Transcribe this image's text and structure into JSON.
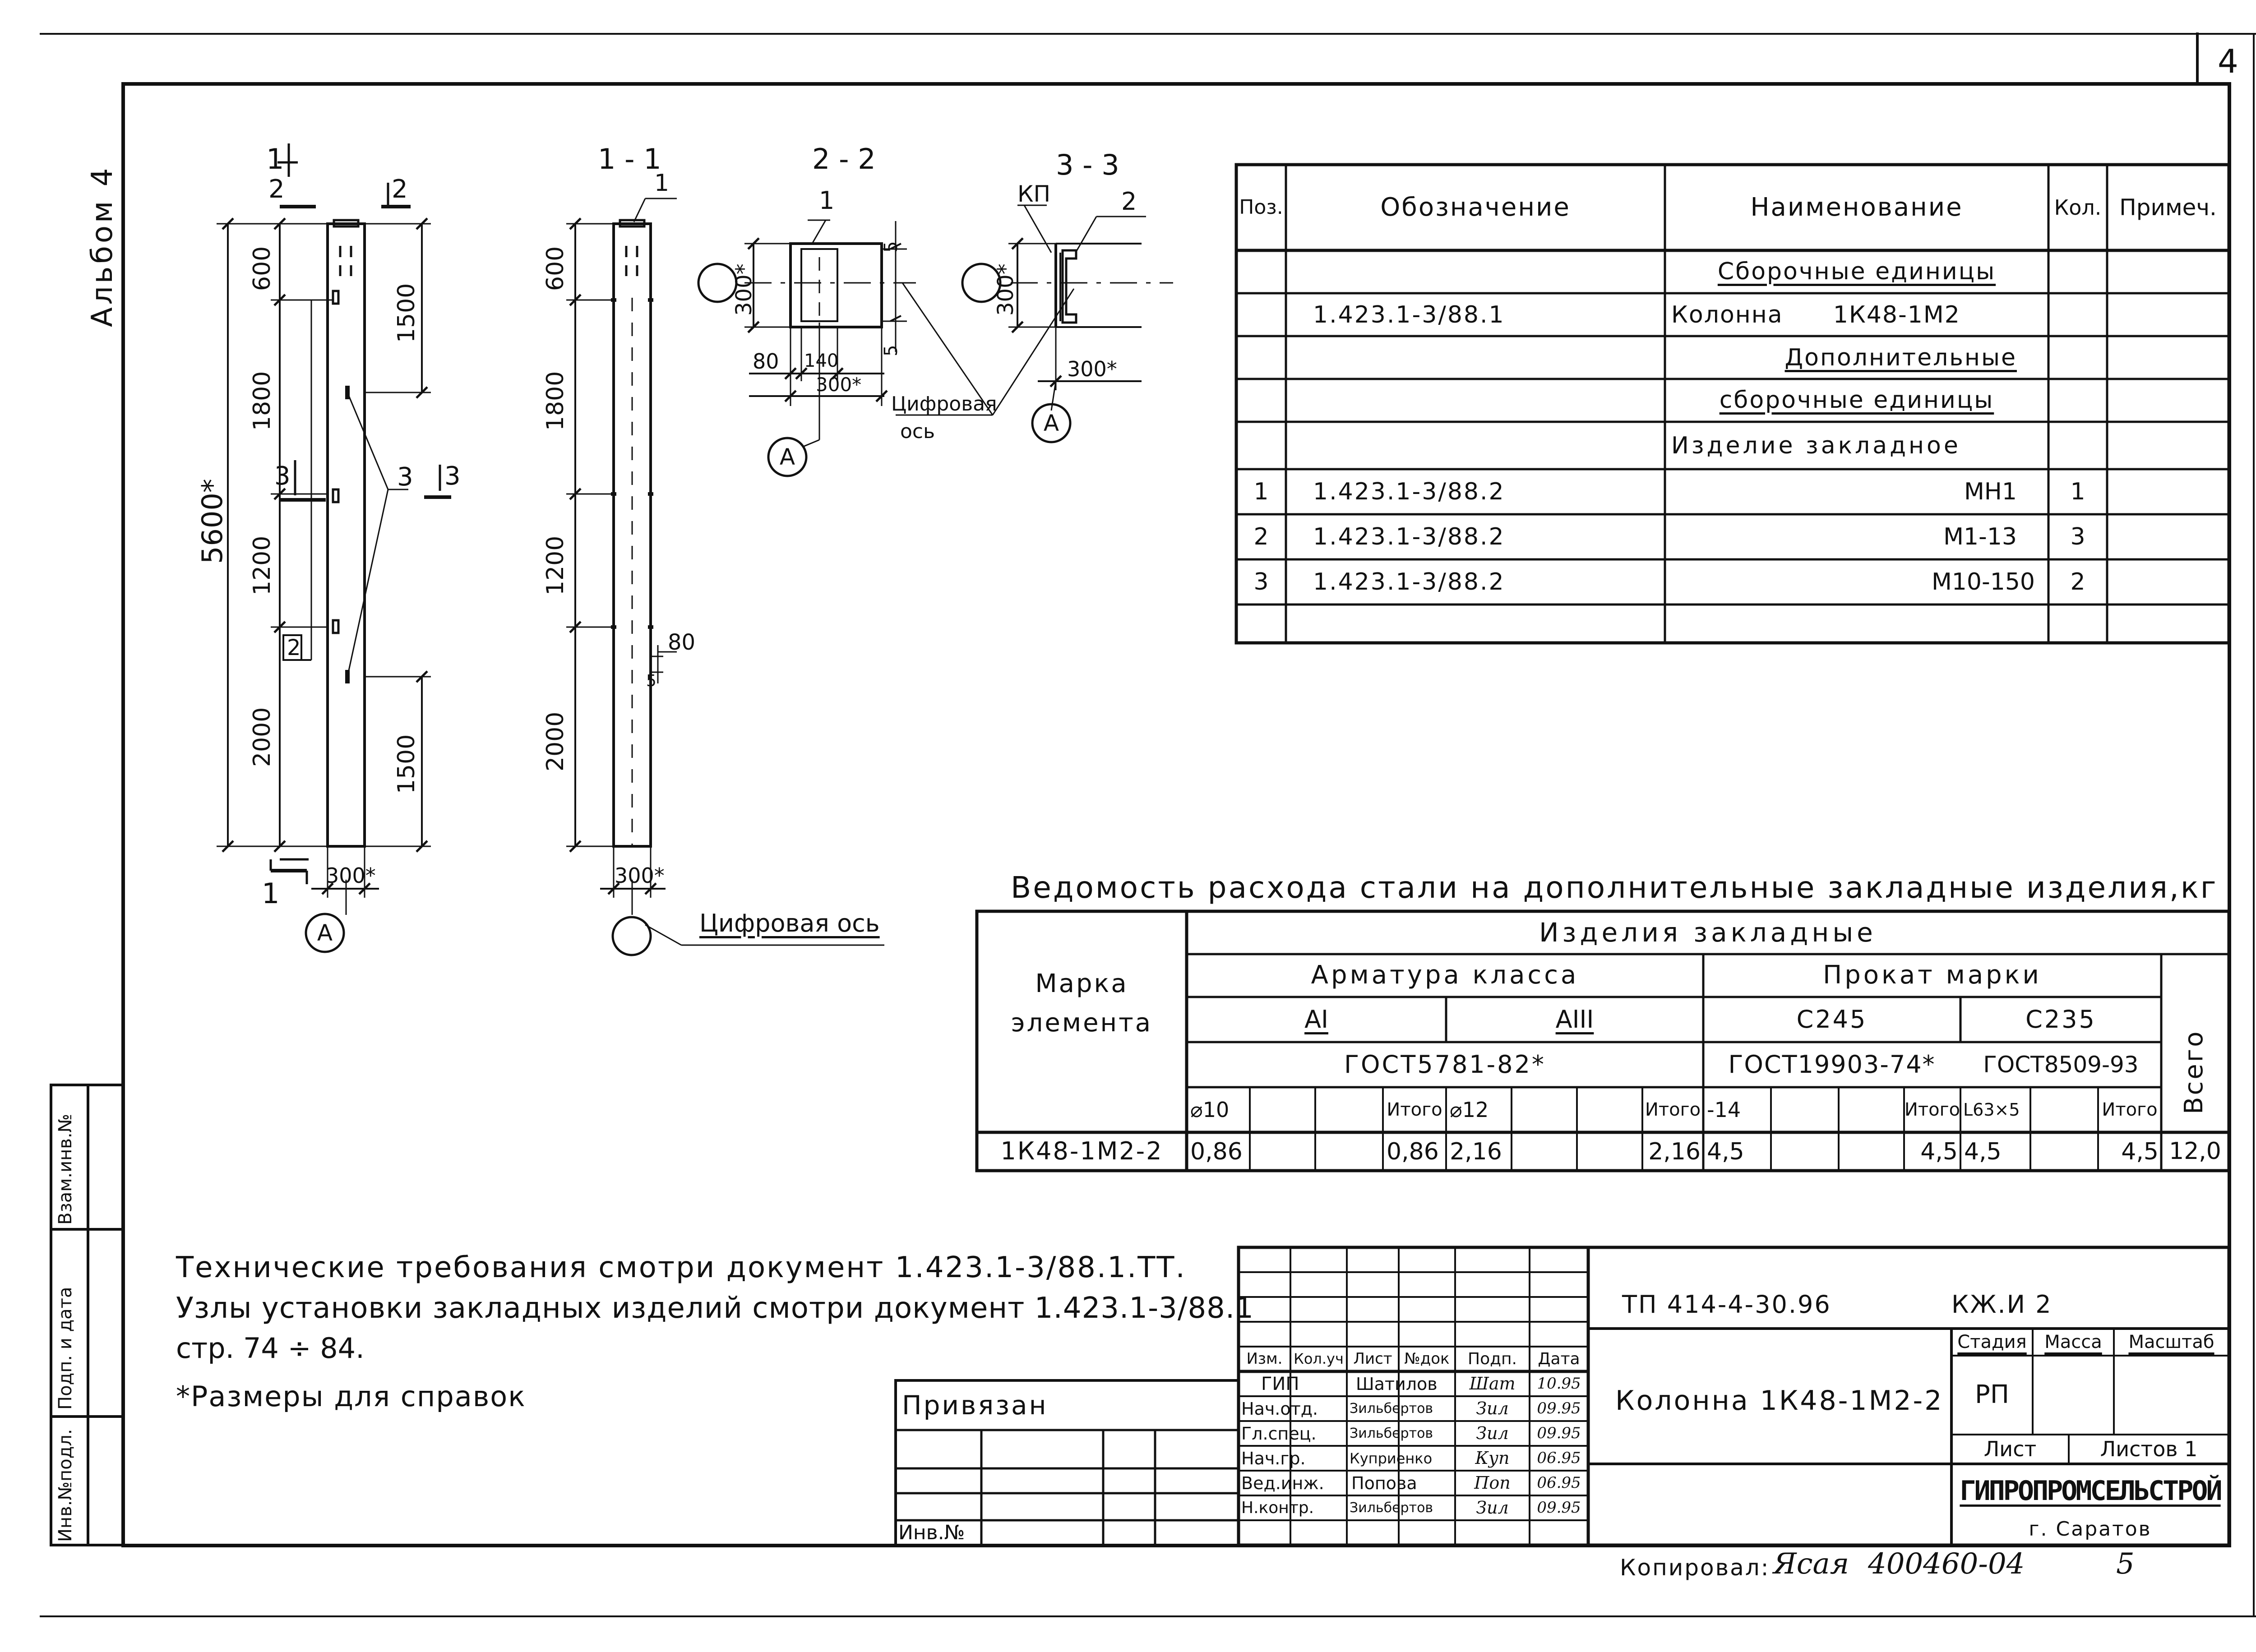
{
  "sheet": {
    "sheet_number": "4",
    "album": "Альбом 4",
    "copied_label": "Копировал:",
    "copied_signature": "Ясая",
    "archive_code": "400460-04",
    "archive_sheet": "5"
  },
  "views": {
    "elevation": {
      "cut_1": "1",
      "cut_2": "2",
      "cut_3": "3",
      "dim_total": "5600*",
      "dim_600": "600",
      "dim_1800": "1800",
      "dim_1200": "1200",
      "dim_2000": "2000",
      "dim_1500_top": "1500",
      "dim_1500_bottom": "1500",
      "dim_width": "300*",
      "callout_2": "2",
      "callout_3": "3",
      "axis": "А"
    },
    "section_1_1": {
      "title": "1 - 1",
      "callout_1": "1",
      "dim_600": "600",
      "dim_1800": "1800",
      "dim_1200": "1200",
      "dim_2000": "2000",
      "dim_80": "80",
      "dim_5": "5",
      "dim_width": "300*",
      "axis_label": "Цифровая ось"
    },
    "section_2_2": {
      "title": "2 - 2",
      "callout_1": "1",
      "dim_300v": "300*",
      "dim_80": "80",
      "dim_140": "140",
      "dim_300h": "300*",
      "dim_5a": "5",
      "dim_5b": "5",
      "axis_label_line1": "Цифровая",
      "axis_label_line2": "ось",
      "axis": "А"
    },
    "section_3_3": {
      "title": "3 - 3",
      "callout_kp": "КП",
      "callout_2": "2",
      "dim_300v": "300*",
      "dim_300h": "300*",
      "axis": "А"
    }
  },
  "spec_table": {
    "headers": [
      "Поз.",
      "Обозначение",
      "Наименование",
      "Кол.",
      "Примеч."
    ],
    "rows": [
      {
        "pos": "",
        "designation": "",
        "name": "Сборочные единицы",
        "qty": "",
        "note": ""
      },
      {
        "pos": "",
        "designation": "1.423.1-3/88.1",
        "name": "Колонна      1К48-1М2",
        "qty": "",
        "note": ""
      },
      {
        "pos": "",
        "designation": "",
        "name": "Дополнительные",
        "qty": "",
        "note": ""
      },
      {
        "pos": "",
        "designation": "",
        "name": "сборочные единицы",
        "qty": "",
        "note": ""
      },
      {
        "pos": "",
        "designation": "",
        "name": "Изделие закладное",
        "qty": "",
        "note": ""
      },
      {
        "pos": "1",
        "designation": "1.423.1-3/88.2",
        "name": "МН1",
        "qty": "1",
        "note": ""
      },
      {
        "pos": "2",
        "designation": "1.423.1-3/88.2",
        "name": "М1-13",
        "qty": "3",
        "note": ""
      },
      {
        "pos": "3",
        "designation": "1.423.1-3/88.2",
        "name": "М10-150",
        "qty": "2",
        "note": ""
      },
      {
        "pos": "",
        "designation": "",
        "name": "",
        "qty": "",
        "note": ""
      }
    ]
  },
  "steel_table": {
    "title": "Ведомость расхода стали на дополнительные закладные изделия,кг",
    "mark_header": "Марка элемента",
    "group_header": "Изделия  закладные",
    "armature_header": "Арматура класса",
    "rolled_header": "Прокат марки",
    "total_header": "Всего",
    "class_a1": "АI",
    "class_a3": "АIII",
    "grade_c245": "С245",
    "grade_c235": "С235",
    "gost_armature": "ГОСТ5781-82*",
    "gost_c245": "ГОСТ19903-74*",
    "gost_c235": "ГОСТ8509-93",
    "sub_headers": [
      "⌀10",
      "",
      "",
      "Итого",
      "⌀12",
      "",
      "",
      "Итого",
      "-14",
      "",
      "",
      "Итого",
      "L63×5",
      "",
      "Итого"
    ],
    "row": {
      "mark": "1К48-1М2-2",
      "values": [
        "0,86",
        "",
        "",
        "0,86",
        "2,16",
        "",
        "",
        "2,16",
        "4,5",
        "",
        "",
        "4,5",
        "4,5",
        "",
        "4,5"
      ],
      "total": "12,0"
    }
  },
  "notes": [
    "Технические требования смотри документ 1.423.1-3/88.1.ТТ.",
    "Узлы установки закладных изделий смотри документ 1.423.1-3/88.1",
    "стр. 74 ÷ 84.",
    "*Размеры для справок"
  ],
  "side_stamp": {
    "inv_original": "Инв.№подл.",
    "sign_date": "Подп. и дата",
    "replaced_inv": "Взам.инв.№"
  },
  "privyazan": {
    "label": "Привязан",
    "inv_label": "Инв.№"
  },
  "title_block": {
    "headers": [
      "Изм.",
      "Кол.уч",
      "Лист",
      "№док",
      "Подп.",
      "Дата"
    ],
    "signatures": [
      {
        "role": "ГИП",
        "name": "Шатилов",
        "sign": "Шат",
        "date": "10.95"
      },
      {
        "role": "Нач.отд.",
        "name": "Зильбертов",
        "sign": "Зил",
        "date": "09.95"
      },
      {
        "role": "Гл.спец.",
        "name": "Зильбертов",
        "sign": "Зил",
        "date": "09.95"
      },
      {
        "role": "Нач.гр.",
        "name": "Куприенко",
        "sign": "Куп",
        "date": "06.95"
      },
      {
        "role": "Вед.инж.",
        "name": "Попова",
        "sign": "Поп",
        "date": "06.95"
      },
      {
        "role": "Н.контр.",
        "name": "Зильбертов",
        "sign": "Зил",
        "date": "09.95"
      }
    ],
    "project_code": "ТП 414-4-30.96",
    "doc_mark": "КЖ.И 2",
    "title": "Колонна 1К48-1М2-2",
    "stage_header": "Стадия",
    "mass_header": "Масса",
    "scale_header": "Масштаб",
    "stage": "РП",
    "sheet_label": "Лист",
    "sheets_label": "Листов 1",
    "org_name": "ГИПРОПРОМСЕЛЬСТРОЙ",
    "org_city": "г. Саратов"
  }
}
